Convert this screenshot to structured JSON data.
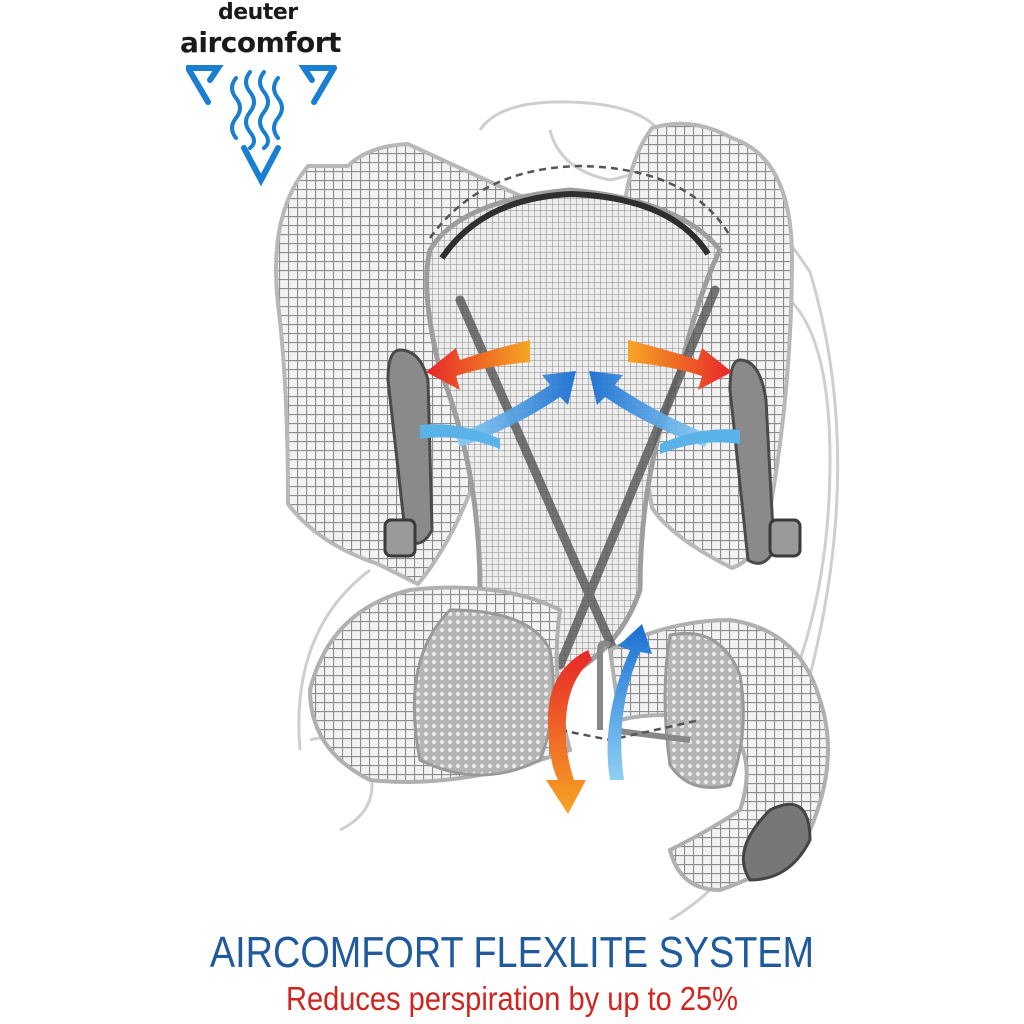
{
  "logo": {
    "brand": "deuter",
    "product": "aircomfort"
  },
  "heading": {
    "title": "AIRCOMFORT FLEXLITE SYSTEM",
    "subtitle": "Reduces perspiration by up to 25%"
  },
  "colors": {
    "title": "#1f5a9c",
    "subtitle": "#d2241f",
    "cool_air": "#1a7fd1",
    "warm_air": "#f0502a",
    "mesh": "#8c8c8c"
  },
  "icons": [
    "aircomfort-logo-icon",
    "backpack-illustration",
    "cool-air-arrow-icon",
    "warm-air-arrow-icon"
  ]
}
